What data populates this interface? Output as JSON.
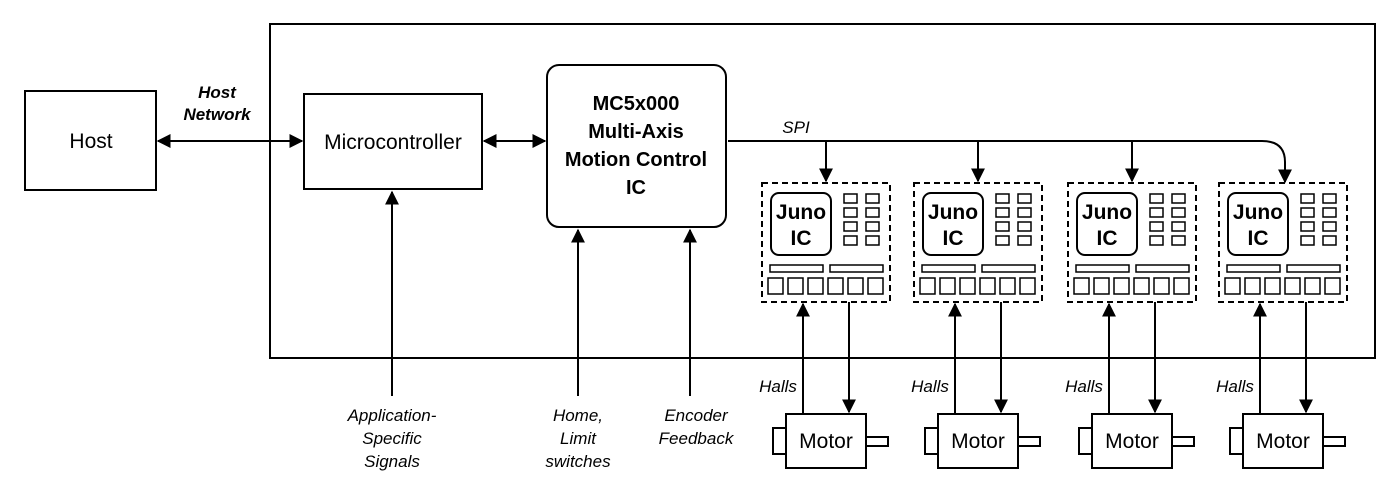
{
  "host": {
    "label": "Host"
  },
  "host_network": {
    "line1": "Host",
    "line2": "Network"
  },
  "microcontroller": {
    "label": "Microcontroller"
  },
  "mc5x000": {
    "lines": [
      "MC5x000",
      "Multi-Axis",
      "Motion Control",
      "IC"
    ]
  },
  "spi_label": "SPI",
  "inputs": [
    {
      "lines": [
        "Application-",
        "Specific",
        "Signals"
      ]
    },
    {
      "lines": [
        "Home,",
        "Limit",
        "switches"
      ]
    },
    {
      "lines": [
        "Encoder",
        "Feedback"
      ]
    }
  ],
  "axes": [
    {
      "chip_line1": "Juno",
      "chip_line2": "IC",
      "halls": "Halls",
      "motor": "Motor"
    },
    {
      "chip_line1": "Juno",
      "chip_line2": "IC",
      "halls": "Halls",
      "motor": "Motor"
    },
    {
      "chip_line1": "Juno",
      "chip_line2": "IC",
      "halls": "Halls",
      "motor": "Motor"
    },
    {
      "chip_line1": "Juno",
      "chip_line2": "IC",
      "halls": "Halls",
      "motor": "Motor"
    }
  ]
}
